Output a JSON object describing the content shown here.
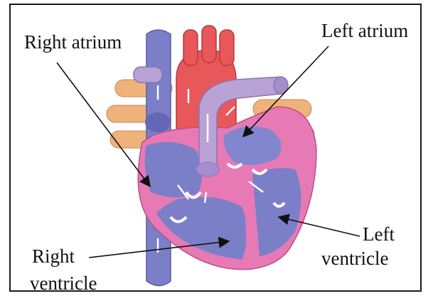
{
  "diagram": {
    "labels": {
      "right_atrium": "Right atrium",
      "left_atrium": "Left atrium",
      "right_ventricle_line1": "Right",
      "right_ventricle_line2": "ventricle",
      "left_ventricle_line1": "Left",
      "left_ventricle_line2": "ventricle"
    },
    "colors": {
      "deoxygenated": "#7b7fc7",
      "oxygenated": "#e8575a",
      "heart_wall": "#e77ab5",
      "pulmonary_vessels": "#efb27a",
      "pulmonary_artery": "#b8a2d6",
      "valve": "#ffffff",
      "leader_line": "#111111"
    }
  }
}
